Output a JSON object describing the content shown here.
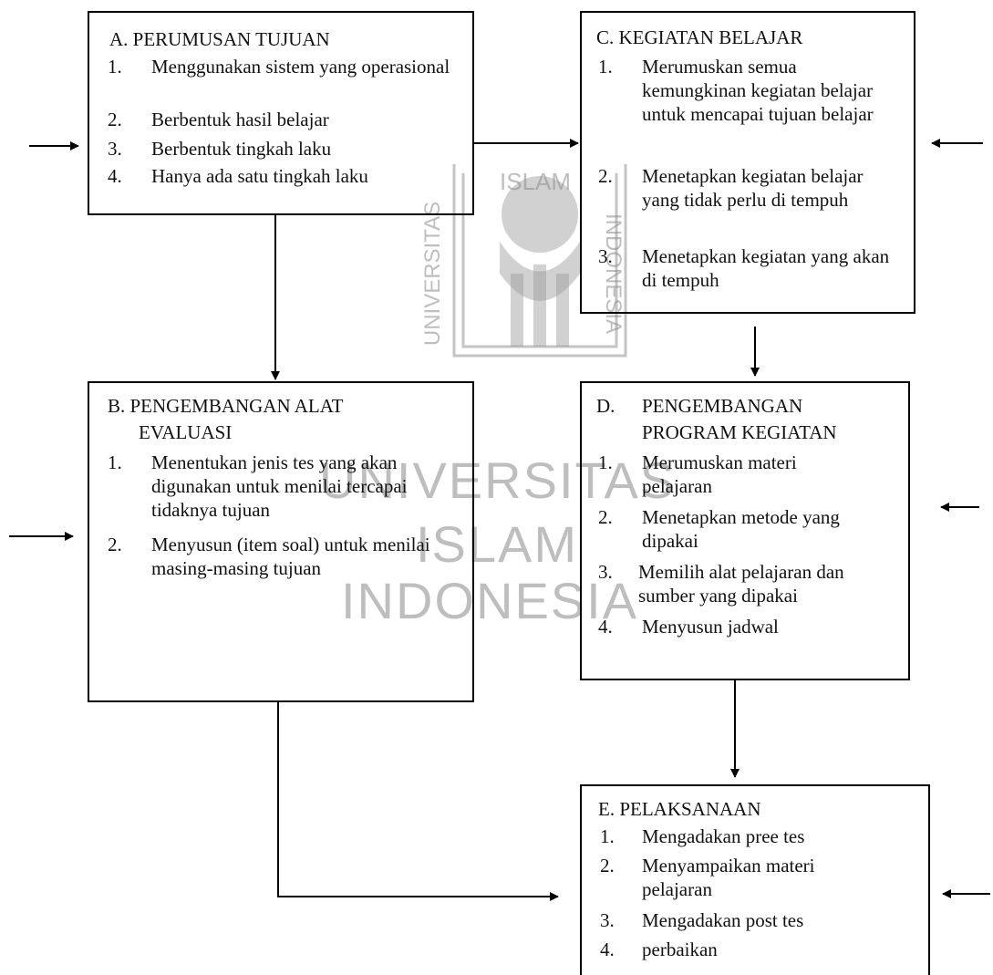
{
  "watermark": {
    "seal_top": "ISLAM",
    "seal_left": "UNIVERSITAS",
    "seal_right": "INDONESIA",
    "line1": "UNIVERSITAS",
    "line2": "ISLAM",
    "line3": "INDONESIA"
  },
  "boxes": {
    "a": {
      "title": "A.  PERUMUSAN TUJUAN",
      "items": [
        {
          "num": "1.",
          "text": "Menggunakan sistem yang operasional"
        },
        {
          "num": "2.",
          "text": "Berbentuk hasil belajar"
        },
        {
          "num": "3.",
          "text": "Berbentuk tingkah laku"
        },
        {
          "num": "4.",
          "text": "Hanya ada satu tingkah laku"
        }
      ]
    },
    "b": {
      "title_line1": "B. PENGEMBANGAN ALAT",
      "title_line2": "EVALUASI",
      "items": [
        {
          "num": "1.",
          "text": "Menentukan jenis tes yang akan digunakan untuk menilai tercapai tidaknya tujuan"
        },
        {
          "num": "2.",
          "text": "Menyusun (item soal) untuk menilai masing-masing tujuan"
        }
      ]
    },
    "c": {
      "title": "C. KEGIATAN BELAJAR",
      "items": [
        {
          "num": "1.",
          "text": "Merumuskan semua kemungkinan kegiatan belajar untuk mencapai tujuan belajar"
        },
        {
          "num": "2.",
          "text": "Menetapkan kegiatan belajar yang tidak perlu di tempuh"
        },
        {
          "num": "3.",
          "text": "Menetapkan kegiatan yang akan di tempuh"
        }
      ]
    },
    "d": {
      "title_prefix": "D.",
      "title_line1": "PENGEMBANGAN",
      "title_line2": "PROGRAM KEGIATAN",
      "items": [
        {
          "num": "1.",
          "text": "Merumuskan materi pelajaran"
        },
        {
          "num": "2.",
          "text": "Menetapkan metode yang dipakai"
        },
        {
          "num": "3.",
          "text": " Memilih alat pelajaran dan sumber yang dipakai"
        },
        {
          "num": "4.",
          "text": "Menyusun jadwal"
        }
      ]
    },
    "e": {
      "title": "E. PELAKSANAAN",
      "items": [
        {
          "num": "1.",
          "text": "Mengadakan pree tes"
        },
        {
          "num": "2.",
          "text": "Menyampaikan materi pelajaran"
        },
        {
          "num": "3.",
          "text": "Mengadakan post tes"
        },
        {
          "num": "4.",
          "text": "perbaikan"
        }
      ]
    }
  }
}
